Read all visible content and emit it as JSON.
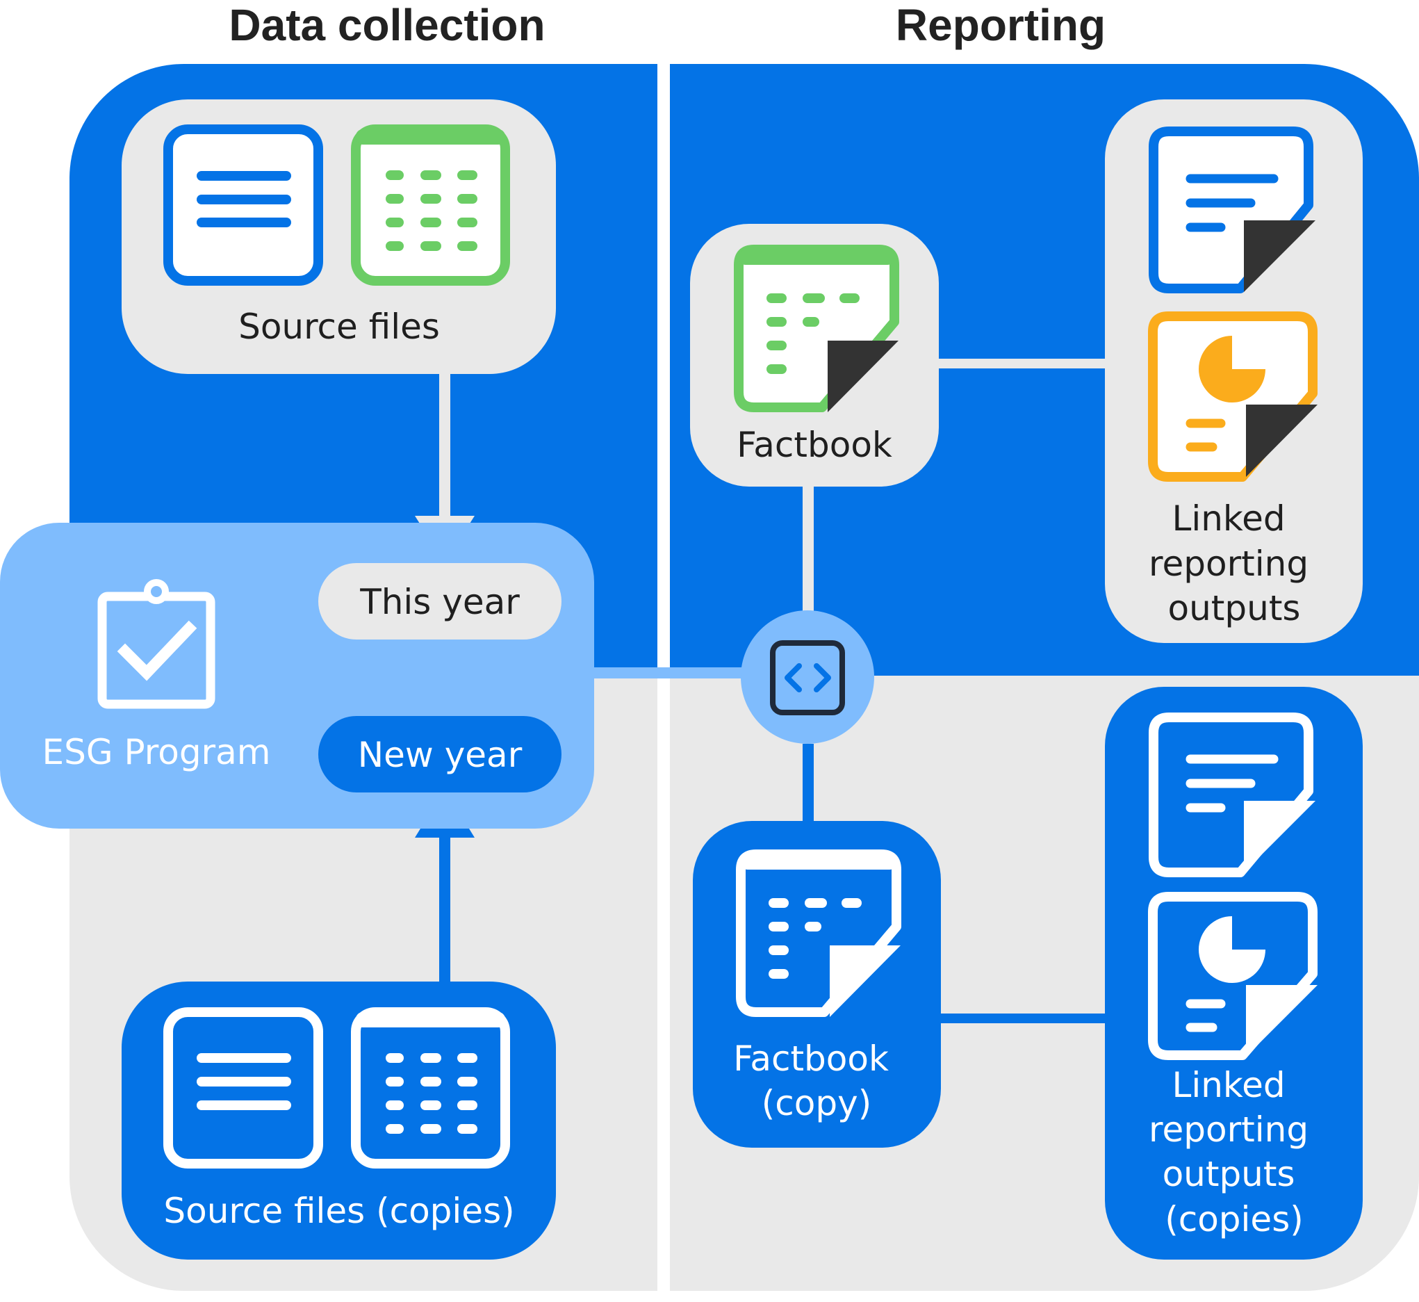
{
  "headings": {
    "left": "Data collection",
    "right": "Reporting"
  },
  "nodes": {
    "source_files": "Source files",
    "source_files_copies": "Source files (copies)",
    "esg_program": "ESG Program",
    "this_year": "This year",
    "new_year": "New year",
    "factbook": "Factbook",
    "factbook_copy": [
      "Factbook",
      "(copy)"
    ],
    "linked_outputs": [
      "Linked",
      "reporting",
      "outputs"
    ],
    "linked_outputs_copies": [
      "Linked",
      "reporting",
      "outputs",
      "(copies)"
    ]
  },
  "colors": {
    "brand_blue": "#0473e6",
    "light_blue": "#7fbcfd",
    "light_gray": "#e9e9e9",
    "green": "#6bcd65",
    "orange": "#fbac1c",
    "dark": "#333333"
  },
  "icons": [
    "document-icon",
    "spreadsheet-icon",
    "clipboard-check-icon",
    "code-link-icon",
    "report-icon",
    "chart-report-icon"
  ]
}
